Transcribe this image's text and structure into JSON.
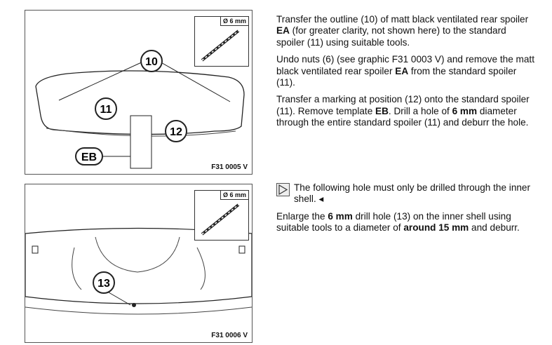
{
  "figure1": {
    "code": "F31 0005 V",
    "drill_label": "Ø 6 mm",
    "callouts": [
      "10",
      "11",
      "12",
      "EB"
    ]
  },
  "figure2": {
    "code": "F31 0006 V",
    "drill_label": "Ø 6 mm",
    "callouts": [
      "13"
    ]
  },
  "step1": [
    {
      "segments": [
        {
          "t": "Transfer the outline (10) of matt black ventilated rear spoiler "
        },
        {
          "t": "EA",
          "b": true
        },
        {
          "t": " (for greater clarity, not shown here) to the standard spoiler (11) using suitable tools."
        }
      ]
    },
    {
      "segments": [
        {
          "t": "Undo nuts (6) (see graphic F31 0003 V) and remove the matt black ventilated rear spoiler "
        },
        {
          "t": "EA",
          "b": true
        },
        {
          "t": " from the standard spoiler (11)."
        }
      ]
    },
    {
      "segments": [
        {
          "t": "Transfer a marking at position (12) onto the standard spoiler (11). Remove template "
        },
        {
          "t": "EB",
          "b": true
        },
        {
          "t": ". Drill a hole of "
        },
        {
          "t": "6 mm",
          "b": true
        },
        {
          "t": " diameter through the entire standard spoiler (11) and deburr the hole."
        }
      ]
    }
  ],
  "note": "The following hole must only be drilled through the inner shell. ◂",
  "step2": [
    {
      "segments": [
        {
          "t": "Enlarge the "
        },
        {
          "t": "6 mm",
          "b": true
        },
        {
          "t": " drill hole (13) on the inner shell using suitable tools to a diameter of "
        },
        {
          "t": "around 15 mm",
          "b": true
        },
        {
          "t": " and deburr."
        }
      ]
    }
  ]
}
